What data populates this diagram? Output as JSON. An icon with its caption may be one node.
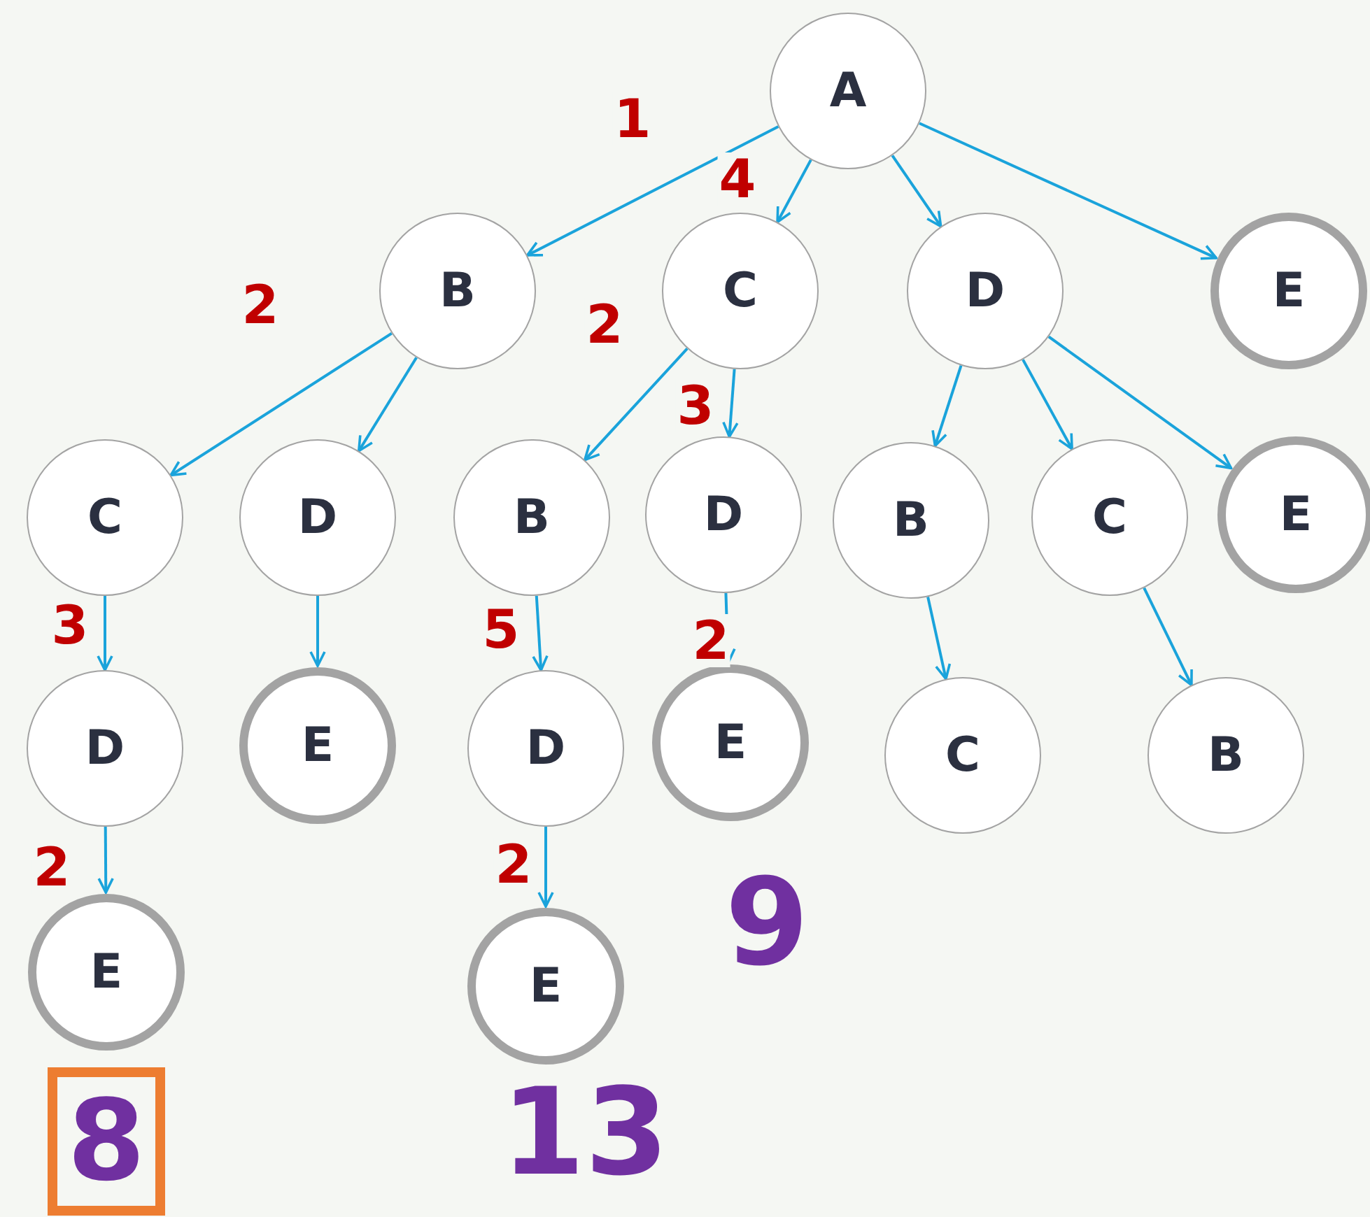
{
  "diagram": {
    "nodes": [
      {
        "text": [
          "A"
        ]
      },
      {
        "text": [
          "B"
        ]
      },
      {
        "text": [
          "C"
        ]
      },
      {
        "text": [
          "D"
        ]
      },
      {
        "text": [
          "E"
        ]
      },
      {
        "text": [
          "C"
        ]
      },
      {
        "text": [
          "D"
        ]
      },
      {
        "text": [
          "B"
        ]
      },
      {
        "text": [
          "D"
        ]
      },
      {
        "text": [
          "B"
        ]
      },
      {
        "text": [
          "C"
        ]
      },
      {
        "text": [
          "E"
        ]
      },
      {
        "text": [
          "D"
        ]
      },
      {
        "text": [
          "E"
        ]
      },
      {
        "text": [
          "D"
        ]
      },
      {
        "text": [
          "E"
        ]
      },
      {
        "text": [
          "C"
        ]
      },
      {
        "text": [
          "B"
        ]
      },
      {
        "text": [
          "E"
        ]
      },
      {
        "text": [
          "E"
        ]
      },
      {
        "text": [
          "8"
        ]
      }
    ],
    "edges": [
      {
        "from": 0,
        "to": 1,
        "arrow": "to",
        "label": "1"
      },
      {
        "from": 0,
        "to": 2,
        "arrow": "to",
        "label": "4"
      },
      {
        "from": 0,
        "to": 3,
        "arrow": "to"
      },
      {
        "from": 0,
        "to": 4,
        "arrow": "to"
      },
      {
        "from": 1,
        "to": 5,
        "arrow": "to",
        "label": "2"
      },
      {
        "from": 1,
        "to": 6,
        "arrow": "to"
      },
      {
        "from": 2,
        "to": 7,
        "arrow": "to",
        "label": "2"
      },
      {
        "from": 2,
        "to": 8,
        "arrow": "to",
        "label": "3"
      },
      {
        "from": 3,
        "to": 9,
        "arrow": "to"
      },
      {
        "from": 3,
        "to": 10,
        "arrow": "to"
      },
      {
        "from": 3,
        "to": 11,
        "arrow": "to"
      },
      {
        "from": 5,
        "to": 12,
        "arrow": "to",
        "label": "3"
      },
      {
        "from": 6,
        "to": 13,
        "arrow": "to"
      },
      {
        "from": 7,
        "to": 14,
        "arrow": "to",
        "label": "5"
      },
      {
        "from": 8,
        "to": 15,
        "arrow": "to",
        "label": "2"
      },
      {
        "from": 9,
        "to": 16,
        "arrow": "to"
      },
      {
        "from": 10,
        "to": 17,
        "arrow": "to"
      },
      {
        "from": 12,
        "to": 18,
        "arrow": "to",
        "label": "2"
      },
      {
        "from": 14,
        "to": 19,
        "arrow": "to",
        "label": "2"
      }
    ],
    "labels": [
      "9",
      "13"
    ]
  }
}
